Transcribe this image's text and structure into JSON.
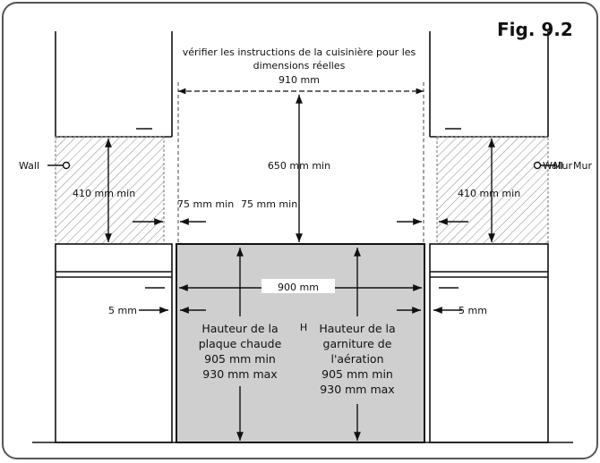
{
  "figure": {
    "label": "Fig. 9.2"
  },
  "note": {
    "line1": "vérifier les instructions de la cuisinière pour les",
    "line2": "dimensions réelles",
    "width": "910 mm"
  },
  "wall": {
    "left": "Wall",
    "right_a": "Wall",
    "right_b": "Mur",
    "right_c": "Mur"
  },
  "dims": {
    "height_above": "650 mm min",
    "left_wall_height": "410 mm min",
    "right_wall_height": "410 mm min",
    "side_clearance_left": "75 mm min",
    "side_clearance_right": "75 mm min",
    "cooker_width": "900 mm",
    "gap_left": "5 mm",
    "gap_right": "5 mm",
    "center_mark": "H"
  },
  "left_column": {
    "line1": "Hauteur de la",
    "line2": "plaque chaude",
    "line3": "905 mm min",
    "line4": "930 mm max"
  },
  "right_column": {
    "line1": "Hauteur de la",
    "line2": "garniture de",
    "line3": "l'aération",
    "line4": "905 mm min",
    "line5": "930 mm max"
  },
  "colors": {
    "cooker_fill": "#cfcfcf",
    "line": "#111111",
    "frame": "#555555",
    "hatch": "#777777"
  }
}
